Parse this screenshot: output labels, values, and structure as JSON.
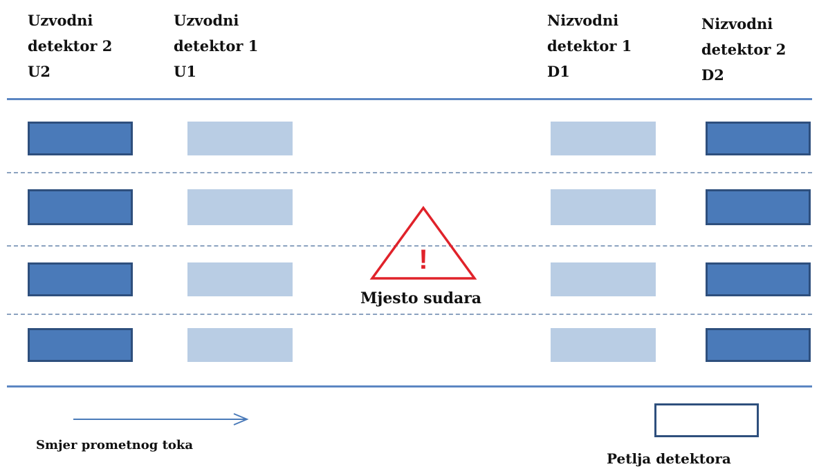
{
  "detectors": [
    {
      "line1": "Uzvodni",
      "line2": "detektor 2",
      "code": "U2",
      "shade": "dark"
    },
    {
      "line1": "Uzvodni",
      "line2": "detektor 1",
      "code": "U1",
      "shade": "light"
    },
    {
      "line1": "Nizvodni",
      "line2": "detektor 1",
      "code": "D1",
      "shade": "light"
    },
    {
      "line1": "Nizvodni",
      "line2": "detektor 2",
      "code": "D2",
      "shade": "dark"
    }
  ],
  "lane_count": 4,
  "crash_site": {
    "label": "Mjesto sudara",
    "symbol": "!",
    "icon": "warning-triangle-icon"
  },
  "direction": {
    "label": "Smjer prometnog toka",
    "icon": "right-arrow-icon"
  },
  "legend": {
    "label": "Petlja detektora"
  },
  "colors": {
    "road_edge": "#5b86c2",
    "lane_divider": "#8aa1bf",
    "loop_dark": "#4a7ab9",
    "loop_dark_border": "#2e4f7d",
    "loop_light": "#b9cde4",
    "warning": "#e0222a",
    "arrow": "#4a7ab9"
  }
}
